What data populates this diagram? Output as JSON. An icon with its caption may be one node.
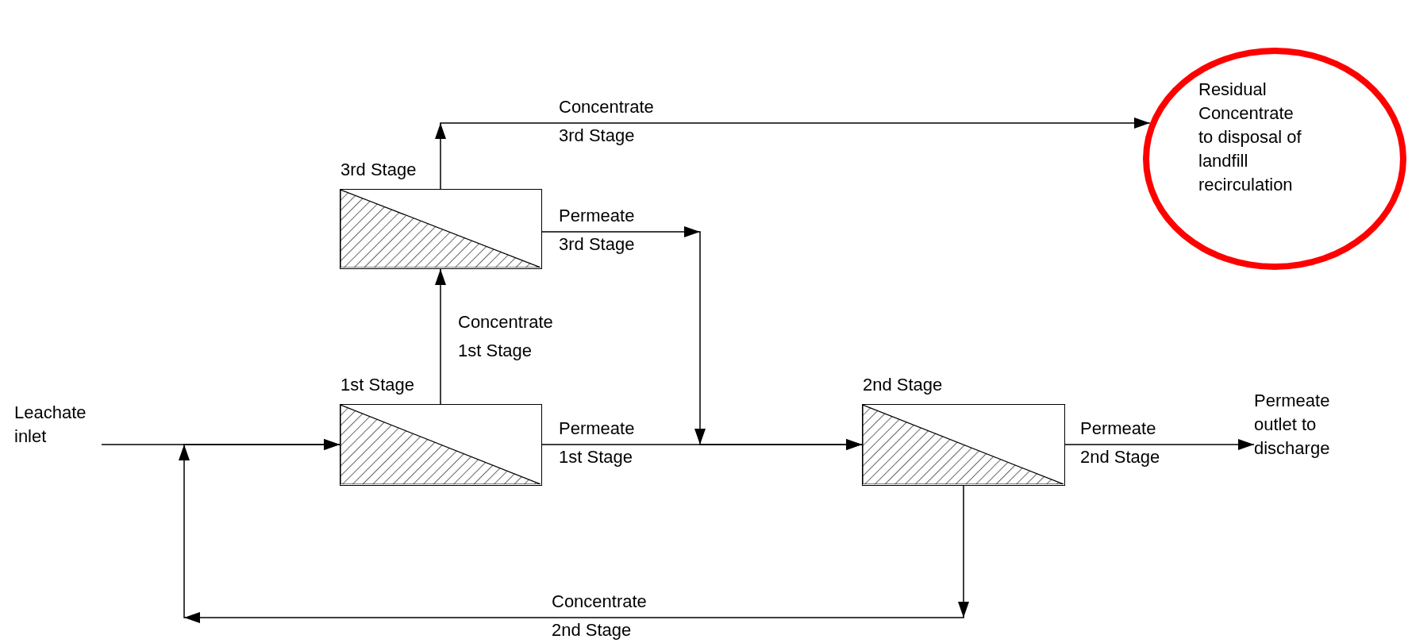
{
  "diagram": {
    "nodes": [
      {
        "text": [
          "Residual Concentrate to disposal of landfill recirculation"
        ]
      },
      {
        "text": [
          "3rd Stage"
        ]
      },
      {
        "text": [
          "Leachate inlet"
        ]
      },
      {
        "text": [
          "1st Stage"
        ]
      },
      {
        "text": [
          "2nd Stage"
        ]
      },
      {
        "text": [
          "Permeate outlet to discharge"
        ]
      }
    ],
    "edges": [
      {
        "from": 2,
        "to": 3,
        "arrow": "to"
      },
      {
        "from": 4,
        "to": 3,
        "arrow": "to",
        "label": "Concentrate 2nd Stage"
      },
      {
        "from": 3,
        "to": 1,
        "arrow": "to",
        "label": "Concentrate 1st Stage"
      },
      {
        "from": 1,
        "to": 0,
        "arrow": "to",
        "label": "Concentrate 3rd Stage"
      },
      {
        "from": 1,
        "to": 4,
        "arrow": "to",
        "label": "Permeate 3rd Stage"
      },
      {
        "from": 3,
        "to": 4,
        "arrow": "to",
        "label": "Permeate 1st Stage"
      },
      {
        "from": 4,
        "to": 5,
        "arrow": "to",
        "label": "Permeate 2nd Stage"
      }
    ]
  }
}
